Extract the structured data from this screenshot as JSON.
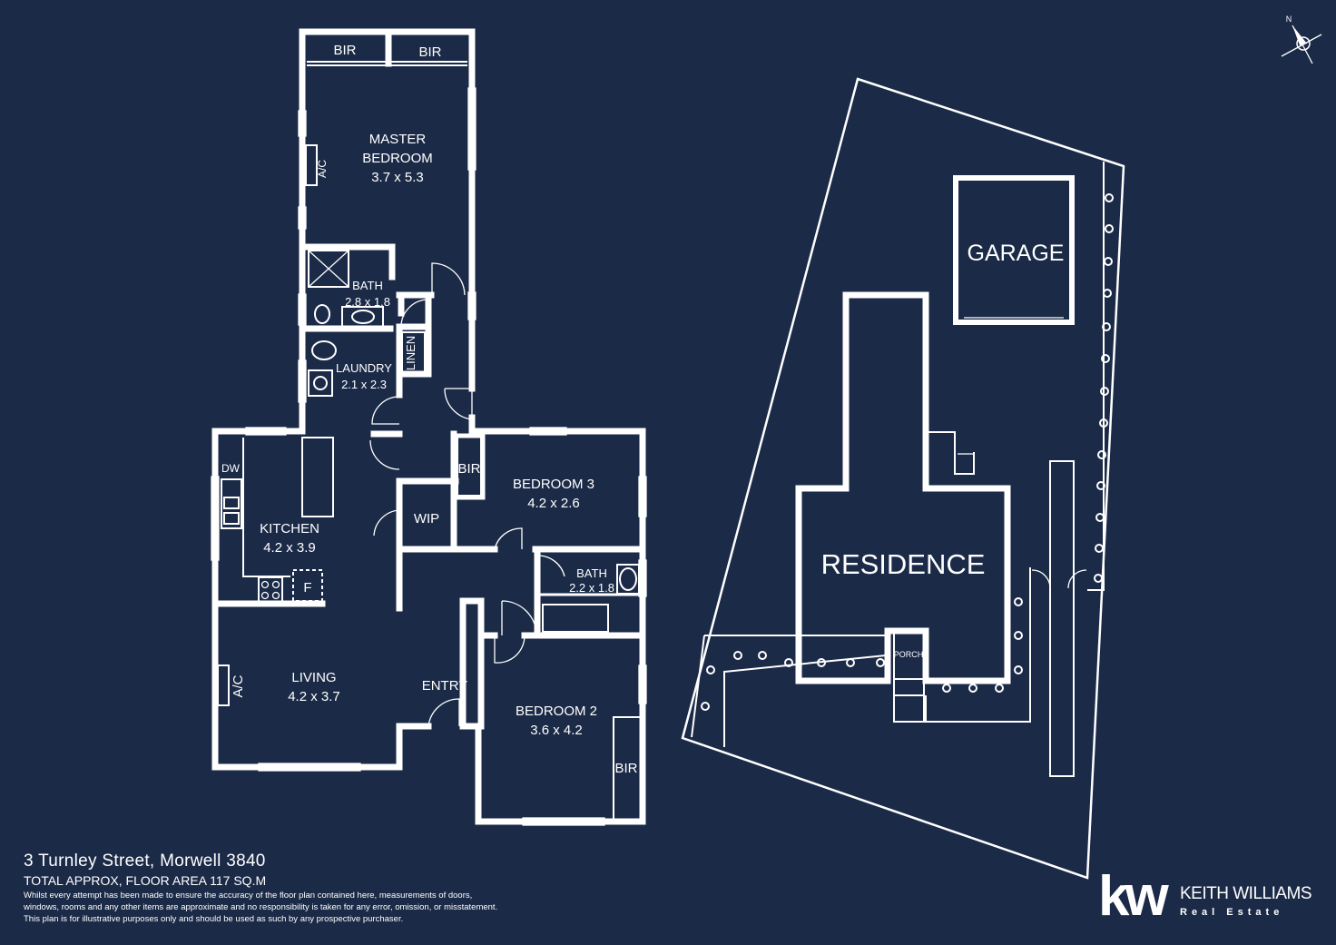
{
  "compass": {
    "label": "N"
  },
  "rooms": {
    "bir_1": "BIR",
    "bir_2": "BIR",
    "master_name_1": "MASTER",
    "master_name_2": "BEDROOM",
    "master_size": "3.7 x 5.3",
    "ac_master": "A/C",
    "bath_main": "BATH",
    "bath_main_size": "2.8 x 1.8",
    "linen": "LINEN",
    "laundry": "LAUNDRY",
    "laundry_size": "2.1 x 2.3",
    "dw": "DW",
    "kitchen": "KITCHEN",
    "kitchen_size": "4.2 x 3.9",
    "fridge": "F",
    "wip": "WIP",
    "bir_3": "BIR",
    "bedroom3": "BEDROOM 3",
    "bedroom3_size": "4.2 x 2.6",
    "bath_2": "BATH",
    "bath_2_size": "2.2 x 1.8",
    "ac_living": "A/C",
    "living": "LIVING",
    "living_size": "4.2 x 3.7",
    "entry": "ENTRY",
    "bedroom2": "BEDROOM 2",
    "bedroom2_size": "3.6 x 4.2",
    "bir_4": "BIR"
  },
  "site": {
    "garage": "GARAGE",
    "residence": "RESIDENCE",
    "porch": "PORCH"
  },
  "footer": {
    "address": "3 Turnley Street, Morwell 3840",
    "area": "TOTAL APPROX, FLOOR AREA 117 SQ.M",
    "disclaimer_1": "Whilst every attempt has been made to ensure the accuracy of the floor plan contained here, measurements of doors,",
    "disclaimer_2": "windows, rooms and any other items are approximate and no responsibility is taken for any error, omission, or misstatement.",
    "disclaimer_3": "This plan is for illustrative purposes only and should be used as such by any prospective purchaser."
  },
  "logo": {
    "mark": "kw",
    "brand": "KEITH WILLIAMS",
    "sub": "Real Estate"
  }
}
